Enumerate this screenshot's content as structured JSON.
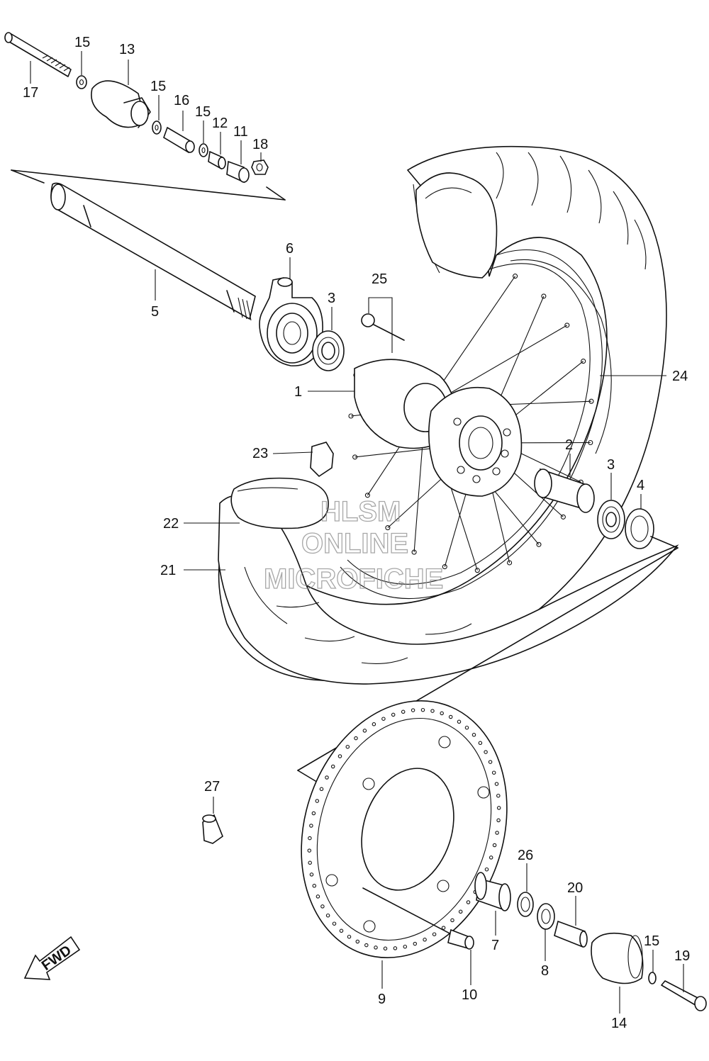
{
  "diagram": {
    "callouts": [
      {
        "id": "c17",
        "label": "17"
      },
      {
        "id": "c15a",
        "label": "15"
      },
      {
        "id": "c13",
        "label": "13"
      },
      {
        "id": "c15b",
        "label": "15"
      },
      {
        "id": "c16",
        "label": "16"
      },
      {
        "id": "c15c",
        "label": "15"
      },
      {
        "id": "c12",
        "label": "12"
      },
      {
        "id": "c11",
        "label": "11"
      },
      {
        "id": "c18",
        "label": "18"
      },
      {
        "id": "c6",
        "label": "6"
      },
      {
        "id": "c5",
        "label": "5"
      },
      {
        "id": "c25",
        "label": "25"
      },
      {
        "id": "c3a",
        "label": "3"
      },
      {
        "id": "c1",
        "label": "1"
      },
      {
        "id": "c24",
        "label": "24"
      },
      {
        "id": "c23",
        "label": "23"
      },
      {
        "id": "c2",
        "label": "2"
      },
      {
        "id": "c3b",
        "label": "3"
      },
      {
        "id": "c4",
        "label": "4"
      },
      {
        "id": "c22",
        "label": "22"
      },
      {
        "id": "c21",
        "label": "21"
      },
      {
        "id": "c27",
        "label": "27"
      },
      {
        "id": "c26",
        "label": "26"
      },
      {
        "id": "c20",
        "label": "20"
      },
      {
        "id": "c7",
        "label": "7"
      },
      {
        "id": "c8",
        "label": "8"
      },
      {
        "id": "c15d",
        "label": "15"
      },
      {
        "id": "c19",
        "label": "19"
      },
      {
        "id": "c10",
        "label": "10"
      },
      {
        "id": "c9",
        "label": "9"
      },
      {
        "id": "c14",
        "label": "14"
      }
    ],
    "watermark": {
      "line1": "HLSM",
      "line2": "ONLINE",
      "line3": "MICROFICHE"
    },
    "fwd_label": "FWD"
  }
}
